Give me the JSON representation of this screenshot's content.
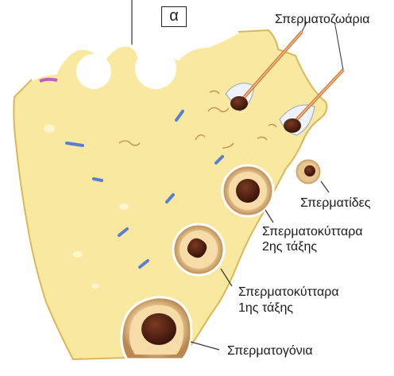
{
  "figure": {
    "panel_letter": "α",
    "labels": {
      "spermatozoa": "Σπερματοζωάρια",
      "spermatids": "Σπερματίδες",
      "secondary_line1": "Σπερματοκύτταρα",
      "secondary_line2": "2ης τάξης",
      "primary_line1": "Σπερματοκύτταρα",
      "primary_line2": "1ης τάξης",
      "spermatogonia": "Σπερματογόνια"
    },
    "colors": {
      "tissue": "#f8e8a0",
      "tissue_edge": "#d9b85a",
      "cell_ring": "#c9a06a",
      "nucleus": "#4a1e10",
      "sperm_tail": "#d07a3c",
      "streaks": "#5a7ed0"
    }
  }
}
